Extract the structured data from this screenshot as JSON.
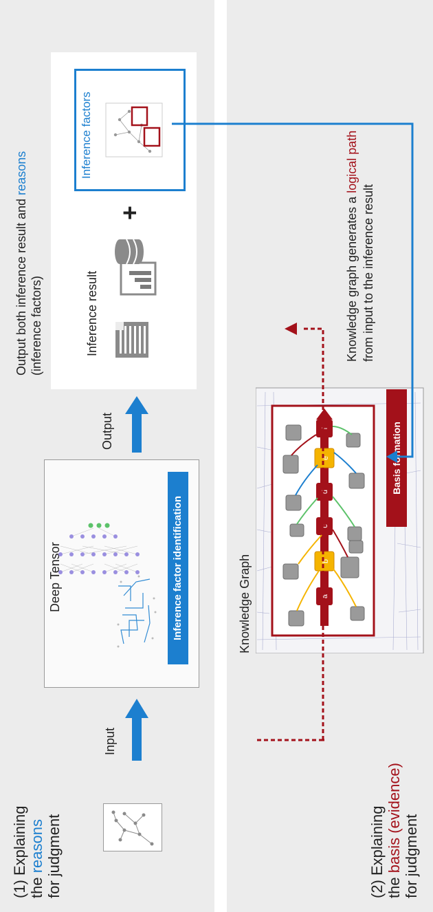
{
  "section1": {
    "heading_lines": [
      "(1) Explaining",
      "the",
      "reasons",
      "for judgment"
    ],
    "input_label": "Input",
    "output_label": "Output",
    "deep_tensor_title": "Deep Tensor",
    "factor_pill": "Inference factor identification",
    "output_caption_lines": [
      "Output both inference result and",
      "reasons",
      "(inference factors)"
    ],
    "inference_result_label": "Inference result",
    "plus_sign": "+",
    "inference_factors_label": "Inference factors"
  },
  "section2": {
    "heading_lines": [
      "(2) Explaining",
      "the",
      "basis (evidence)",
      "for judgment"
    ],
    "kg_title": "Knowledge Graph",
    "basis_pill": "Basis formation",
    "kg_caption_lines": [
      "Knowledge graph generates a",
      "logical path",
      "from input to the inference result"
    ],
    "path_nodes": [
      "a",
      "b",
      "c",
      "d",
      "e",
      "f"
    ]
  },
  "colors": {
    "band": "#ececec",
    "accent_blue": "#1c7fcf",
    "accent_red": "#a3111a",
    "node_yellow": "#f5b400",
    "node_gray": "#9a9a9a",
    "network_purple": "#9a8fe0",
    "network_green": "#5cc26a"
  }
}
